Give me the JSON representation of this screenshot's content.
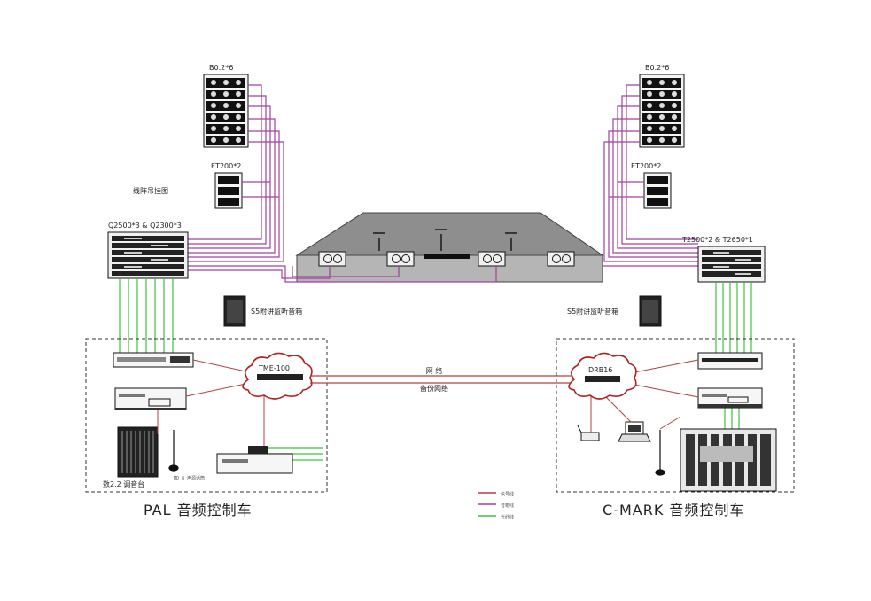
{
  "left_system": {
    "speaker_top_label": "B0.2*6",
    "speaker_mid_label": "ET200*2",
    "side_label": "线阵吊挂图",
    "amp_rack_label": "Q2500*3 & Q2300*3",
    "monitor_label": "S5附讲监听音箱",
    "network_node_label": "TME-100",
    "console_label": "数2.2 调音台",
    "mic_label": "MD 8 声源话筒",
    "truck_title": "PAL 音频控制车"
  },
  "right_system": {
    "speaker_top_label": "B0.2*6",
    "speaker_mid_label": "ET200*2",
    "amp_rack_label": "T2500*2 & T2650*1",
    "monitor_label": "S5附讲监听音箱",
    "network_node_label": "DRB16",
    "truck_title": "C-MARK 音频控制车"
  },
  "link": {
    "label_main": "网 络",
    "label_backup": "备份网络"
  },
  "legend": {
    "items": [
      {
        "label": "信号线",
        "color": "#b04040"
      },
      {
        "label": "音箱线",
        "color": "#a040a0"
      },
      {
        "label": "光纤线",
        "color": "#40c040"
      }
    ]
  },
  "colors": {
    "signal": "#b04040",
    "speaker_cable": "#a040a0",
    "fiber": "#40c040",
    "network_cloud": "#b02020",
    "stage": "#8a8a8a"
  }
}
